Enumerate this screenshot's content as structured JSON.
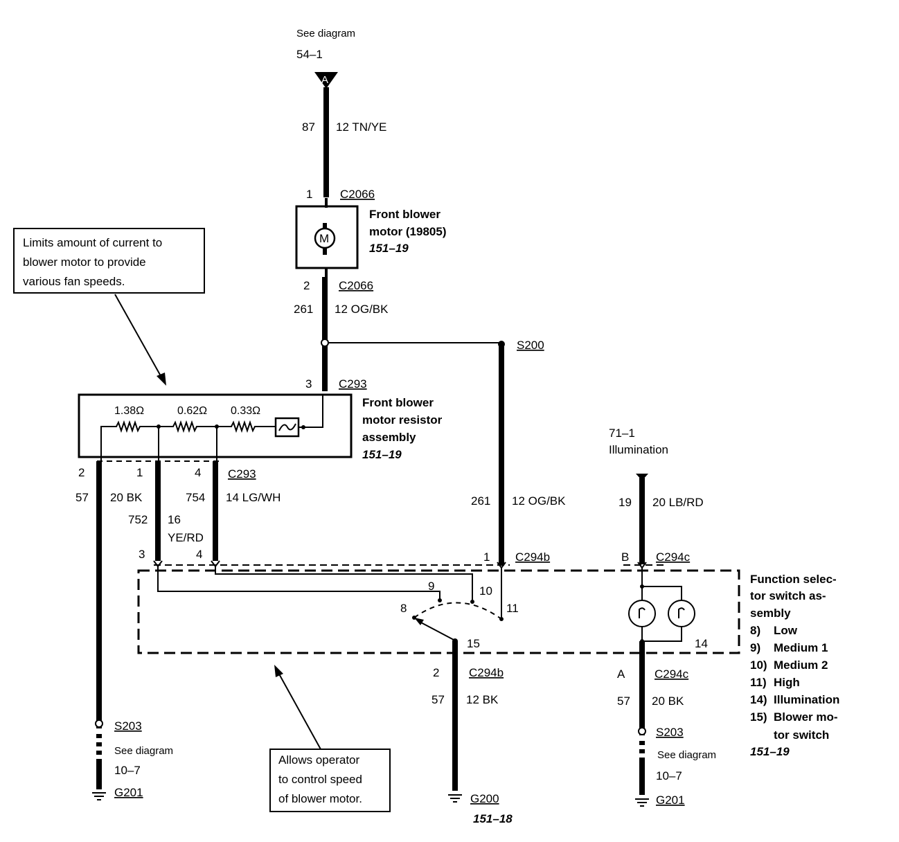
{
  "top_ref": {
    "see": "See diagram",
    "page": "54–1",
    "letter": "A"
  },
  "feed_wire": {
    "circuit": "87",
    "spec": "12 TN/YE"
  },
  "motor": {
    "pin1": "1",
    "pin2": "2",
    "connector": "C2066",
    "symbol": "M",
    "name_line1": "Front blower",
    "name_line2": "motor (19805)",
    "ref": "151–19"
  },
  "motor_out_wire": {
    "circuit": "261",
    "spec": "12 OG/BK"
  },
  "splice_s200": "S200",
  "resistor_assembly": {
    "pin": "3",
    "connector": "C293",
    "r1": "1.38Ω",
    "r2": "0.62Ω",
    "r3": "0.33Ω",
    "name_line1": "Front blower",
    "name_line2": "motor resistor",
    "name_line3": "assembly",
    "ref": "151–19",
    "pin2": "2",
    "pin1": "1",
    "pin4": "4",
    "connector_bottom": "C293"
  },
  "callout_top": {
    "line1": "Limits amount of current to",
    "line2": "blower motor to provide",
    "line3": "various fan speeds."
  },
  "callout_bottom": {
    "line1": "Allows operator",
    "line2": "to control speed",
    "line3": "of blower motor."
  },
  "wires_left": {
    "w57": "57",
    "w57_spec": "20 BK",
    "w752": "752",
    "w752_gauge": "16",
    "w752_color": "YE/RD",
    "w754": "754",
    "w754_spec": "14 LG/WH",
    "w261": "261",
    "w261_spec": "12 OG/BK"
  },
  "illum_ref": {
    "page": "71–1",
    "label": "Illumination"
  },
  "illum_wire": {
    "circuit": "19",
    "spec": "20 LB/RD"
  },
  "switch": {
    "pin3": "3",
    "pin4": "4",
    "pin1": "1",
    "conn_b": "C294b",
    "pinB": "B",
    "conn_c": "C294c",
    "p9": "9",
    "p10": "10",
    "p8": "8",
    "p11": "11",
    "p15": "15",
    "p14": "14",
    "title_l1": "Function selec-",
    "title_l2": "tor switch as-",
    "title_l3": "sembly",
    "legend": [
      {
        "n": "8)",
        "label": "Low"
      },
      {
        "n": "9)",
        "label": "Medium 1"
      },
      {
        "n": "10)",
        "label": "Medium 2"
      },
      {
        "n": "11)",
        "label": "High"
      },
      {
        "n": "14)",
        "label": "Illumination"
      },
      {
        "n": "15)",
        "label": "Blower mo-"
      }
    ],
    "legend_cont": "tor switch",
    "ref": "151–19"
  },
  "ground_left": {
    "splice": "S203",
    "see": "See diagram",
    "page": "10–7",
    "ground": "G201"
  },
  "ground_mid": {
    "pin": "2",
    "connector": "C294b",
    "circuit": "57",
    "spec": "12 BK",
    "ground": "G200",
    "ref": "151–18"
  },
  "ground_right": {
    "pin": "A",
    "connector": "C294c",
    "circuit": "57",
    "spec": "20 BK",
    "splice": "S203",
    "see": "See diagram",
    "page": "10–7",
    "ground": "G201"
  }
}
